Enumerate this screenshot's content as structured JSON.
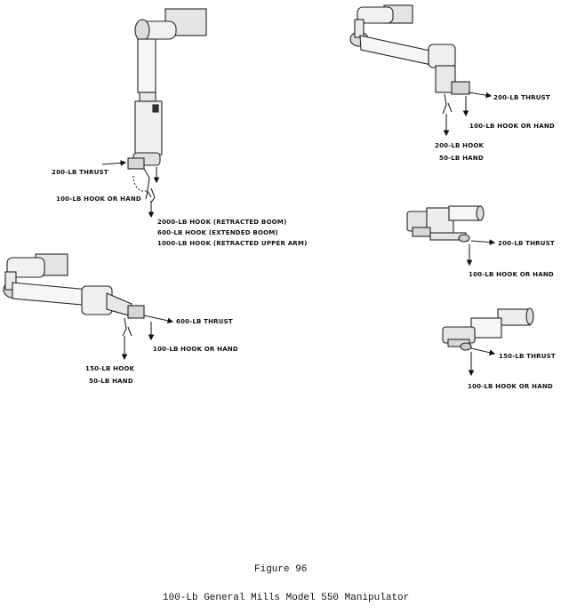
{
  "figures": {
    "top_left": {
      "thrust": "200-LB THRUST",
      "hook_or_hand": "100-LB HOOK OR HAND",
      "hook_lines": [
        "2000-LB HOOK (RETRACTED BOOM)",
        "600-LB HOOK (EXTENDED BOOM)",
        "1000-LB HOOK (RETRACTED UPPER ARM)"
      ]
    },
    "top_right": {
      "thrust": "200-LB THRUST",
      "hook_or_hand": "100-LB HOOK OR HAND",
      "hook": "200-LB HOOK",
      "hand": "50-LB HAND"
    },
    "middle_right": {
      "thrust": "200-LB THRUST",
      "hook_or_hand": "100-LB HOOK OR HAND"
    },
    "bottom_left": {
      "thrust": "600-LB THRUST",
      "hook_or_hand": "100-LB HOOK OR HAND",
      "hook": "150-LB HOOK",
      "hand": "50-LB HAND"
    },
    "bottom_right": {
      "thrust": "150-LB THRUST",
      "hook_or_hand": "100-LB HOOK OR HAND"
    }
  },
  "caption": {
    "figure_number": "Figure 96",
    "title": "100-Lb  General Mills Model 550 Manipulator"
  }
}
